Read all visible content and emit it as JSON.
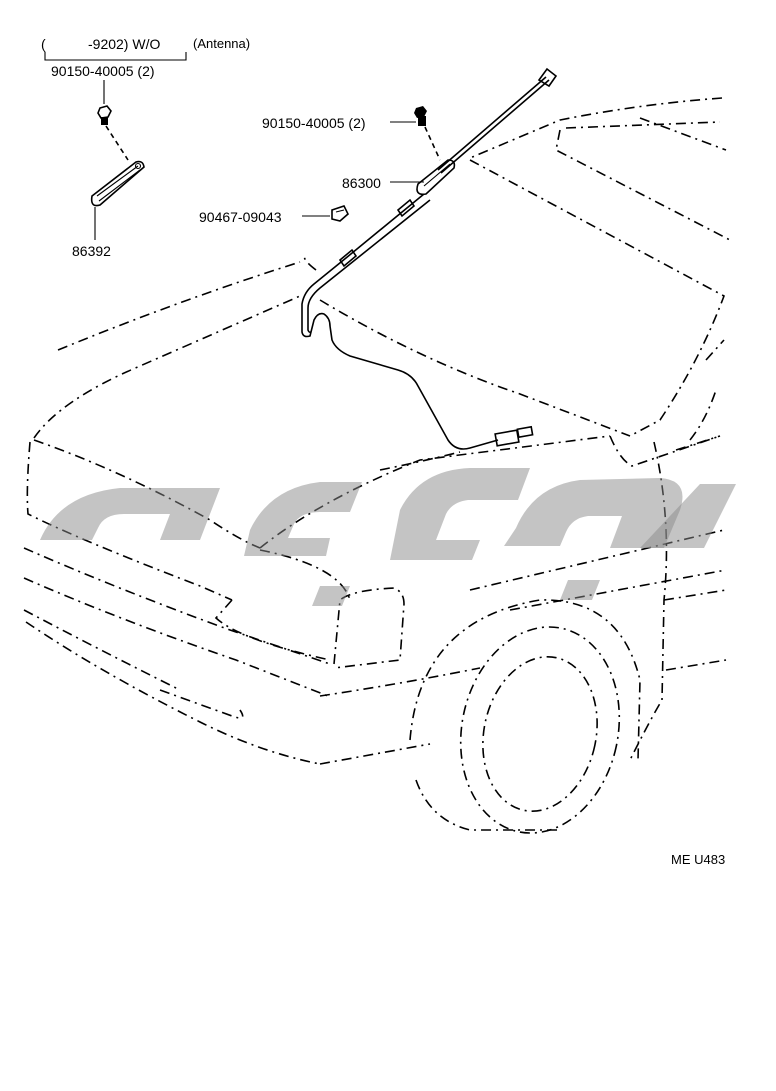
{
  "header": {
    "bracket_open": "(",
    "range_text": "-9202) W/O",
    "condition_text": "(Antenna)"
  },
  "parts": [
    {
      "id": "p1",
      "label": "90150-40005 (2)"
    },
    {
      "id": "p2",
      "label": "86392"
    },
    {
      "id": "p3",
      "label": "90150-40005 (2)"
    },
    {
      "id": "p4",
      "label": "86300"
    },
    {
      "id": "p5",
      "label": "90467-09043"
    }
  ],
  "footer": {
    "diagram_code": "ME U483"
  },
  "watermark": {
    "color": "#8a8a8a"
  }
}
